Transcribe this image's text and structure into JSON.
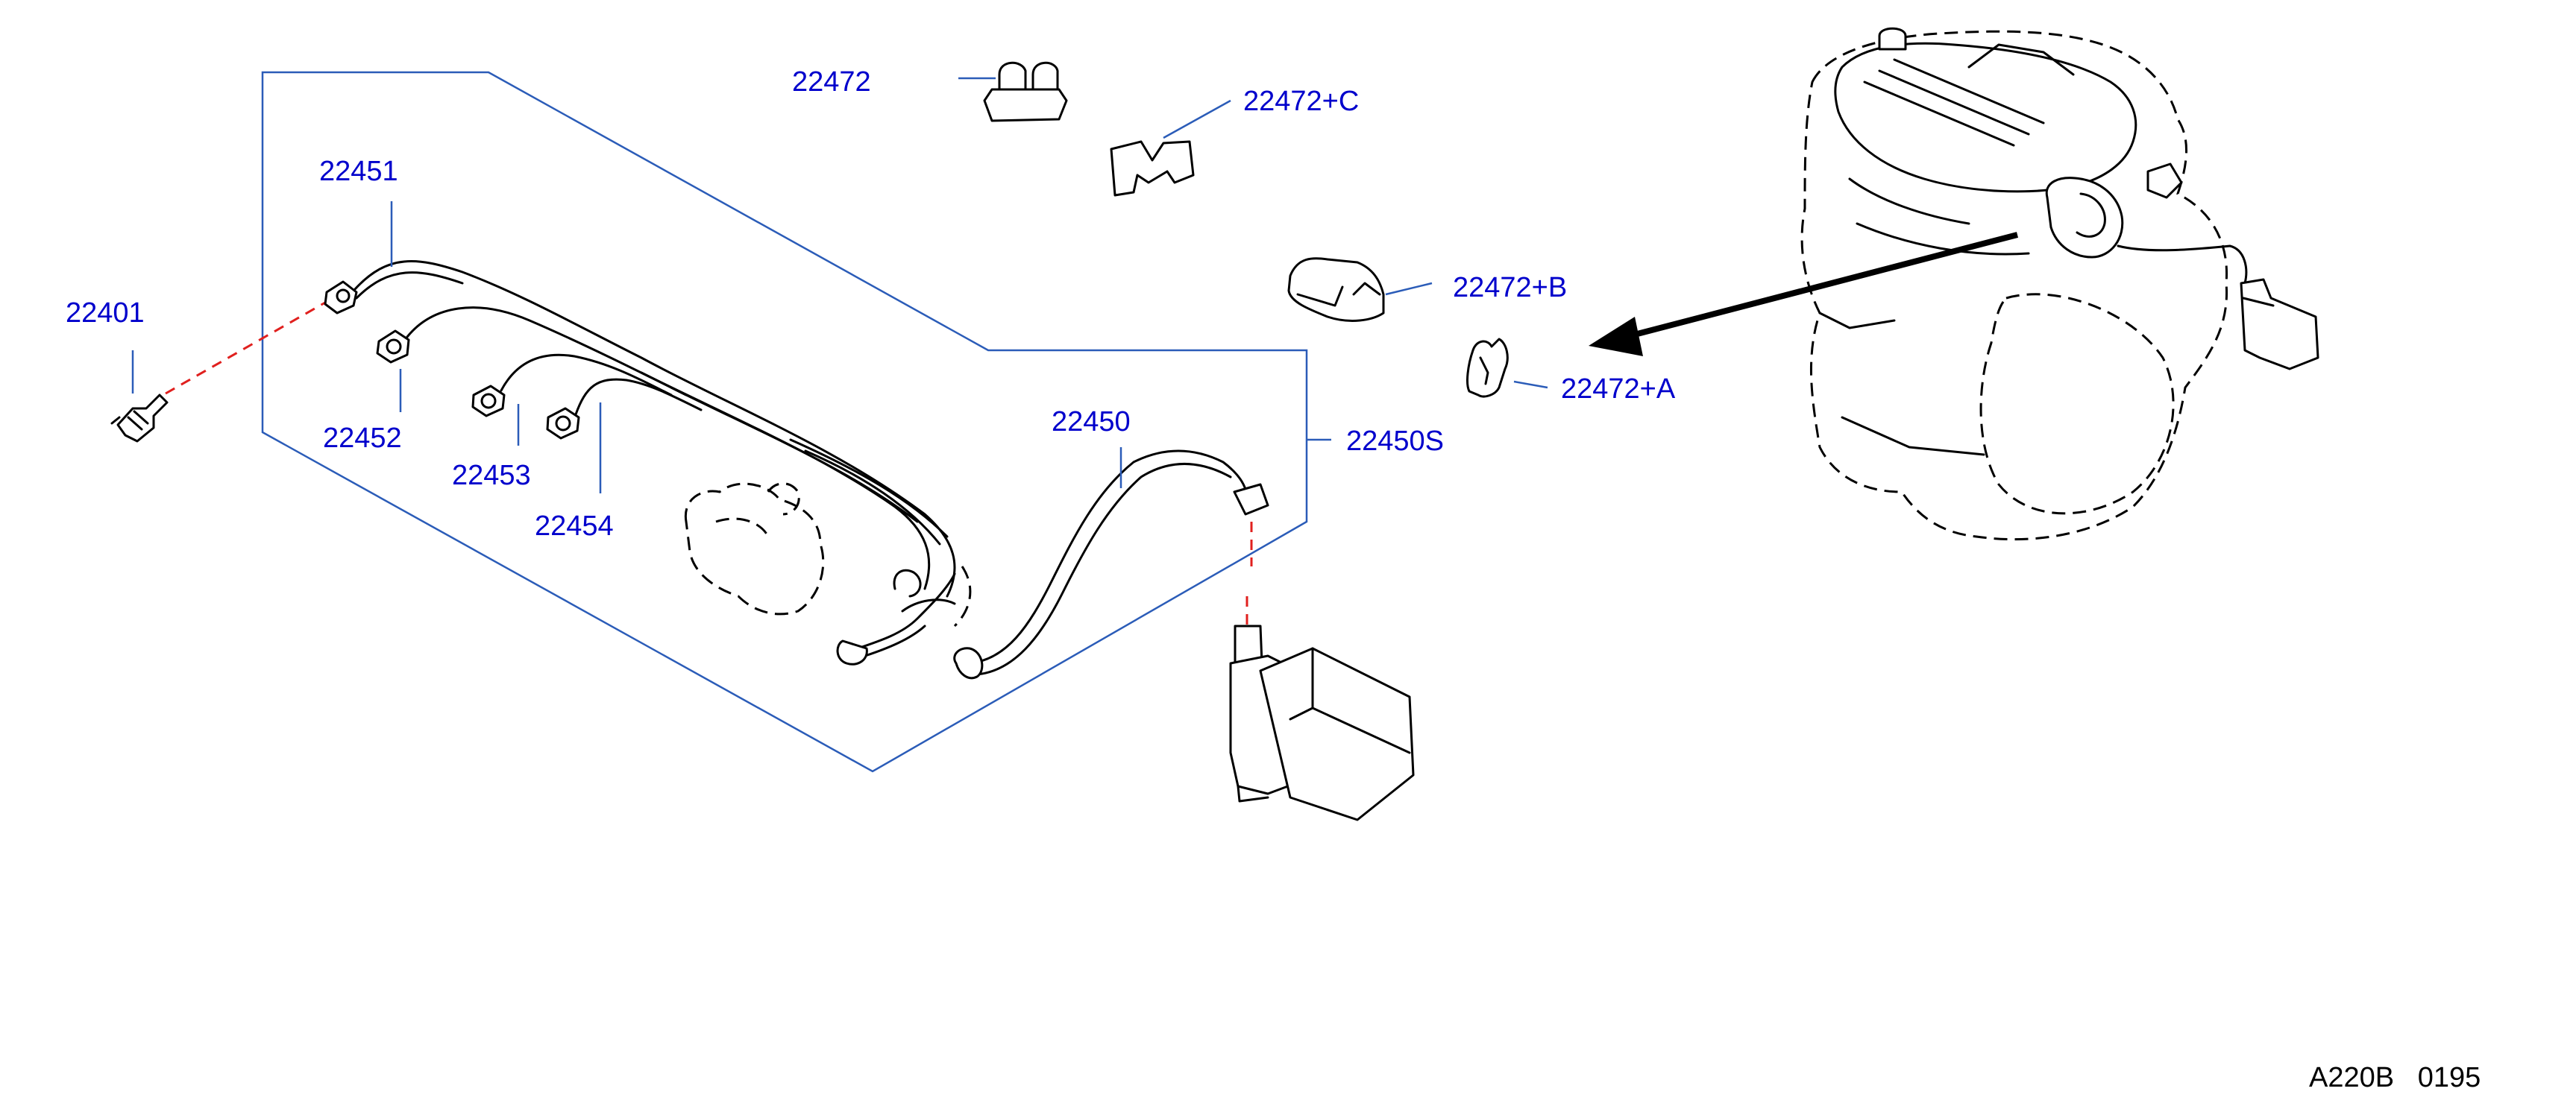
{
  "labels": {
    "spark_plug": "22401",
    "cable_1": "22451",
    "cable_2": "22452",
    "cable_3": "22453",
    "cable_4": "22454",
    "coil_cable": "22450",
    "cable_set": "22450S",
    "clamp": "22472",
    "clamp_a": "22472+A",
    "clamp_b": "22472+B",
    "clamp_c": "22472+C"
  },
  "diagram_code": "A220B   0195"
}
